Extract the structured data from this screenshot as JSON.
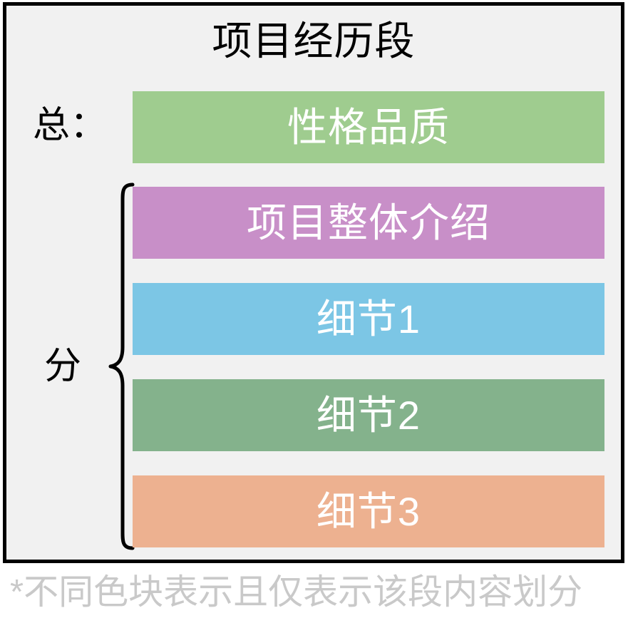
{
  "panel": {
    "title": "项目经历段",
    "background_color": "#f1f1f1",
    "border_color": "#000000"
  },
  "labels": {
    "summary": "总：",
    "detail": "分"
  },
  "bars": [
    {
      "label": "性格品质",
      "color": "#9fcc8f",
      "group": "summary"
    },
    {
      "label": "项目整体介绍",
      "color": "#c88fc8",
      "group": "detail"
    },
    {
      "label": "细节1",
      "color": "#7cc6e5",
      "group": "detail"
    },
    {
      "label": "细节2",
      "color": "#84b28c",
      "group": "detail"
    },
    {
      "label": "细节3",
      "color": "#edb190",
      "group": "detail"
    }
  ],
  "brace": {
    "name": "curly-brace",
    "color": "#000000"
  },
  "footnote": {
    "text": "*不同色块表示且仅表示该段内容划分",
    "color": "#c9c9c9"
  }
}
